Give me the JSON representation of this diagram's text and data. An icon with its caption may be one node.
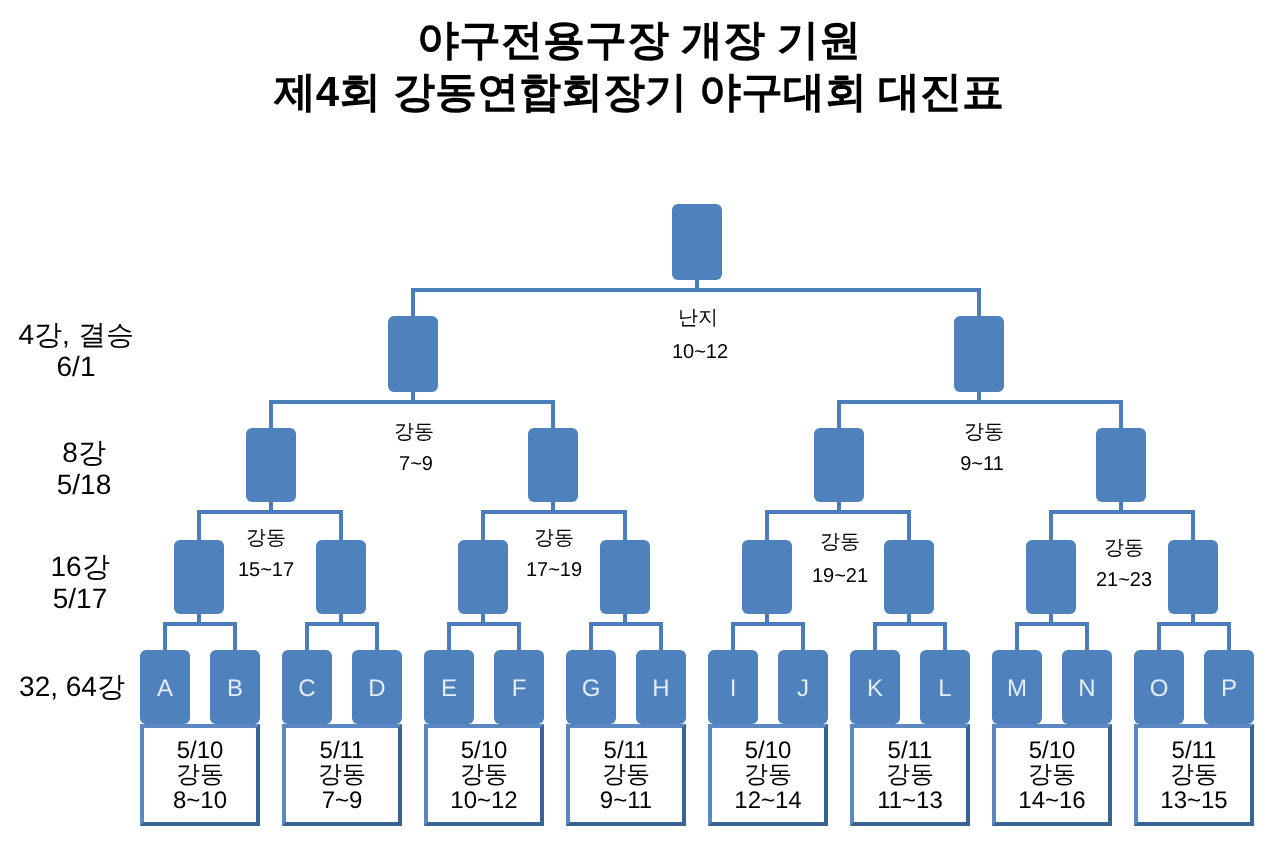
{
  "diagram": {
    "title": "야구전용구장 개장 기원 제4회 강동연합회장기 야구대회 대진표",
    "nodes": [
      {
        "text": [],
        "shape": "box"
      },
      {
        "text": [],
        "shape": "box"
      },
      {
        "text": [],
        "shape": "box"
      },
      {
        "text": [],
        "shape": "box"
      },
      {
        "text": [],
        "shape": "box"
      },
      {
        "text": [],
        "shape": "box"
      },
      {
        "text": [],
        "shape": "box"
      },
      {
        "text": [],
        "shape": "box"
      },
      {
        "text": [],
        "shape": "box"
      },
      {
        "text": [],
        "shape": "box"
      },
      {
        "text": [],
        "shape": "box"
      },
      {
        "text": [],
        "shape": "box"
      },
      {
        "text": [],
        "shape": "box"
      },
      {
        "text": [],
        "shape": "box"
      },
      {
        "text": [],
        "shape": "box"
      },
      {
        "text": [
          "A"
        ]
      },
      {
        "text": [
          "B"
        ]
      },
      {
        "text": [
          "C"
        ]
      },
      {
        "text": [
          "D"
        ]
      },
      {
        "text": [
          "E"
        ]
      },
      {
        "text": [
          "F"
        ]
      },
      {
        "text": [
          "G"
        ]
      },
      {
        "text": [
          "H"
        ]
      },
      {
        "text": [
          "I"
        ]
      },
      {
        "text": [
          "J"
        ]
      },
      {
        "text": [
          "K"
        ]
      },
      {
        "text": [
          "L"
        ]
      },
      {
        "text": [
          "M"
        ]
      },
      {
        "text": [
          "N"
        ]
      },
      {
        "text": [
          "O"
        ]
      },
      {
        "text": [
          "P"
        ]
      },
      {
        "text": [
          "5/10",
          "강동",
          "8~10"
        ]
      },
      {
        "text": [
          "5/11",
          "강동",
          "7~9"
        ]
      },
      {
        "text": [
          "5/10",
          "강동",
          "10~12"
        ]
      },
      {
        "text": [
          "5/11",
          "강동",
          "9~11"
        ]
      },
      {
        "text": [
          "5/10",
          "강동",
          "12~14"
        ]
      },
      {
        "text": [
          "5/11",
          "강동",
          "11~13"
        ]
      },
      {
        "text": [
          "5/10",
          "강동",
          "14~16"
        ]
      },
      {
        "text": [
          "5/11",
          "강동",
          "13~15"
        ]
      }
    ],
    "edges": [
      {
        "from": 0,
        "to": 1,
        "arrow": "none"
      },
      {
        "from": 0,
        "to": 2,
        "arrow": "none"
      },
      {
        "from": 1,
        "to": 3,
        "arrow": "none"
      },
      {
        "from": 1,
        "to": 4,
        "arrow": "none"
      },
      {
        "from": 2,
        "to": 5,
        "arrow": "none"
      },
      {
        "from": 2,
        "to": 6,
        "arrow": "none"
      },
      {
        "from": 3,
        "to": 7,
        "arrow": "none"
      },
      {
        "from": 3,
        "to": 8,
        "arrow": "none"
      },
      {
        "from": 4,
        "to": 9,
        "arrow": "none"
      },
      {
        "from": 4,
        "to": 10,
        "arrow": "none"
      },
      {
        "from": 5,
        "to": 11,
        "arrow": "none"
      },
      {
        "from": 5,
        "to": 12,
        "arrow": "none"
      },
      {
        "from": 6,
        "to": 13,
        "arrow": "none"
      },
      {
        "from": 6,
        "to": 14,
        "arrow": "none"
      },
      {
        "from": 7,
        "to": 15,
        "arrow": "none"
      },
      {
        "from": 7,
        "to": 16,
        "arrow": "none"
      },
      {
        "from": 8,
        "to": 17,
        "arrow": "none"
      },
      {
        "from": 8,
        "to": 18,
        "arrow": "none"
      },
      {
        "from": 9,
        "to": 19,
        "arrow": "none"
      },
      {
        "from": 9,
        "to": 20,
        "arrow": "none"
      },
      {
        "from": 10,
        "to": 21,
        "arrow": "none"
      },
      {
        "from": 10,
        "to": 22,
        "arrow": "none"
      },
      {
        "from": 11,
        "to": 23,
        "arrow": "none"
      },
      {
        "from": 11,
        "to": 24,
        "arrow": "none"
      },
      {
        "from": 12,
        "to": 25,
        "arrow": "none"
      },
      {
        "from": 12,
        "to": 26,
        "arrow": "none"
      },
      {
        "from": 13,
        "to": 27,
        "arrow": "none"
      },
      {
        "from": 13,
        "to": 28,
        "arrow": "none"
      },
      {
        "from": 14,
        "to": 29,
        "arrow": "none"
      },
      {
        "from": 14,
        "to": 30,
        "arrow": "none"
      }
    ],
    "labels": [
      "4강, 결승 6/1",
      "난지",
      "10~12",
      "8강 5/18",
      "강동",
      "7~9",
      "강동",
      "9~11",
      "16강 5/17",
      "강동",
      "15~17",
      "강동",
      "17~19",
      "강동",
      "19~21",
      "강동",
      "21~23",
      "32, 64강"
    ]
  }
}
